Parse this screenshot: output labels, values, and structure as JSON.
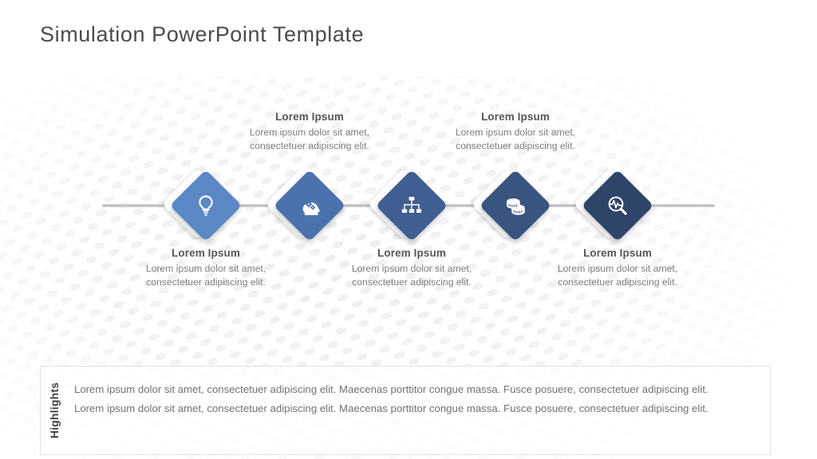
{
  "slide": {
    "title": "Simulation PowerPoint Template"
  },
  "timeline": {
    "nodes": [
      {
        "id": "node-1",
        "icon": "lightbulb-icon",
        "color": "#5B87C5",
        "position": "below",
        "title": "Lorem Ipsum",
        "body": "Lorem ipsum dolor sit amet, consectetuer adipiscing elit."
      },
      {
        "id": "node-2",
        "icon": "head-gears-icon",
        "color": "#4A72AE",
        "position": "above",
        "title": "Lorem Ipsum",
        "body": "Lorem ipsum dolor sit amet, consectetuer adipiscing elit."
      },
      {
        "id": "node-3",
        "icon": "hierarchy-icon",
        "color": "#3F5E91",
        "position": "below",
        "title": "Lorem Ipsum",
        "body": "Lorem ipsum dolor sit amet, consectetuer adipiscing elit."
      },
      {
        "id": "node-4",
        "icon": "coins-icon",
        "color": "#3A5480",
        "position": "above",
        "title": "Lorem Ipsum",
        "body": "Lorem ipsum dolor sit amet, consectetuer adipiscing elit."
      },
      {
        "id": "node-5",
        "icon": "analytics-search-icon",
        "color": "#2E4468",
        "position": "below",
        "title": "Lorem Ipsum",
        "body": "Lorem ipsum dolor sit amet, consectetuer adipiscing elit."
      }
    ]
  },
  "highlights": {
    "label": "Highlights",
    "items": [
      "Lorem ipsum dolor sit amet, consectetuer adipiscing elit. Maecenas porttitor congue massa. Fusce posuere, consectetuer adipiscing elit.",
      "Lorem ipsum dolor sit amet, consectetuer adipiscing elit. Maecenas porttitor congue massa. Fusce posuere, consectetuer adipiscing elit."
    ]
  },
  "theme": {
    "title_color": "#4b4b4b",
    "caption_title_color": "#54575b",
    "caption_body_color": "#7a7d82",
    "line_color": "#b9b9b9",
    "box_border_color": "#e2e2e2",
    "background": "#ffffff"
  }
}
